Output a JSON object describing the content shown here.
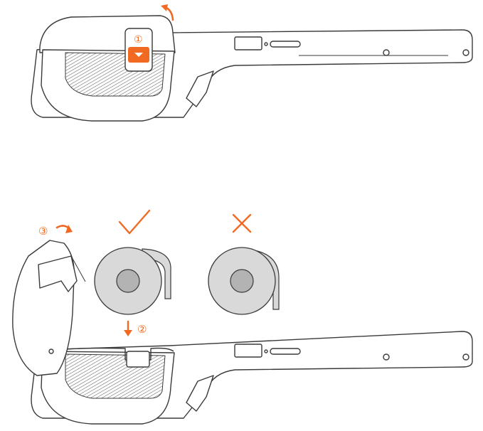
{
  "colors": {
    "accent": "#f26a21",
    "outline": "#3a3a3a",
    "roll_fill": "#d9d9d9",
    "core_fill": "#b3b3b3",
    "hatch": "#555555"
  },
  "steps": {
    "step1": "①",
    "step2": "②",
    "step3": "③"
  },
  "marks": {
    "correct_icon": "check-mark-icon",
    "wrong_icon": "cross-mark-icon"
  }
}
